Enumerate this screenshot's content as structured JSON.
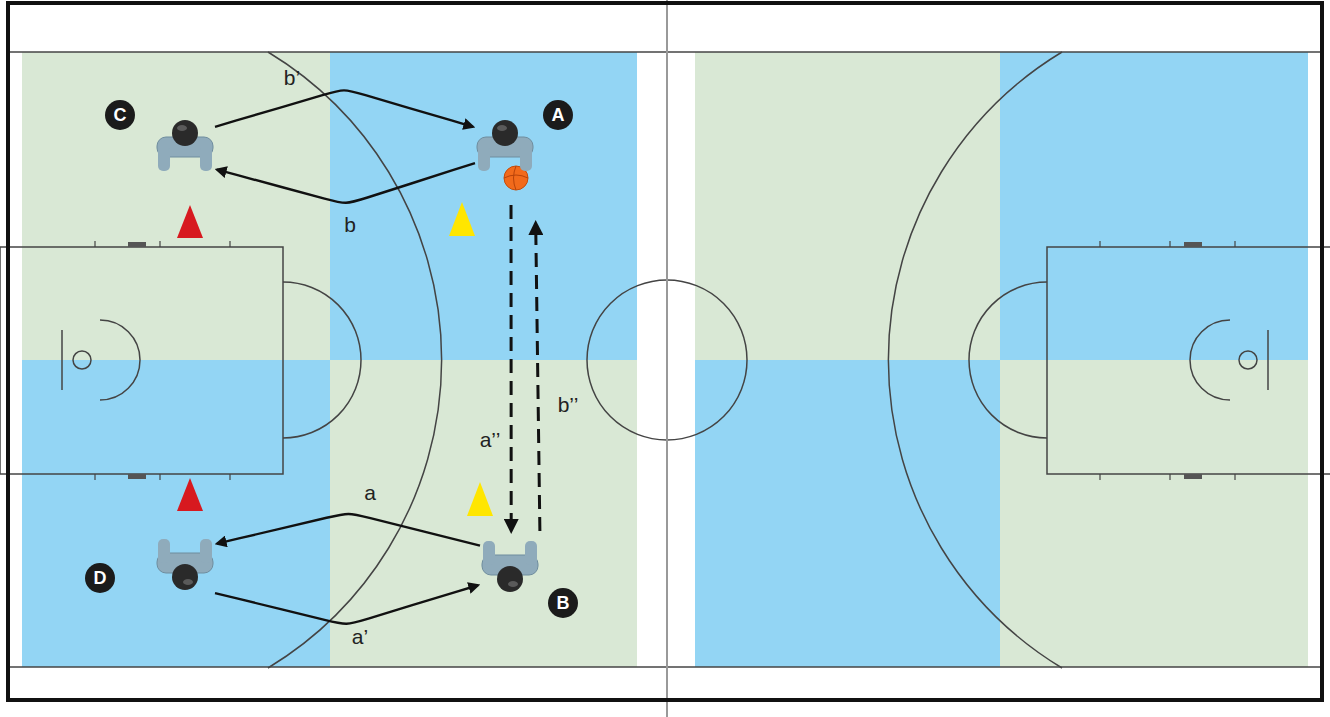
{
  "diagram": {
    "nodes": [
      {
        "text": [
          "C"
        ]
      },
      {
        "text": [
          "A"
        ]
      },
      {
        "text": [
          "D"
        ]
      },
      {
        "text": [
          "B"
        ]
      }
    ],
    "edges": [
      {
        "from": 0,
        "to": 1,
        "label": "b’",
        "arrow": "to"
      },
      {
        "from": 1,
        "to": 0,
        "label": "b",
        "arrow": "to"
      },
      {
        "from": 3,
        "to": 2,
        "label": "a",
        "arrow": "to"
      },
      {
        "from": 2,
        "to": 3,
        "label": "a’",
        "arrow": "to"
      },
      {
        "from": 1,
        "to": 3,
        "label": "a’’",
        "arrow": "to"
      },
      {
        "from": 3,
        "to": 1,
        "label": "b’’",
        "arrow": "to"
      }
    ]
  }
}
